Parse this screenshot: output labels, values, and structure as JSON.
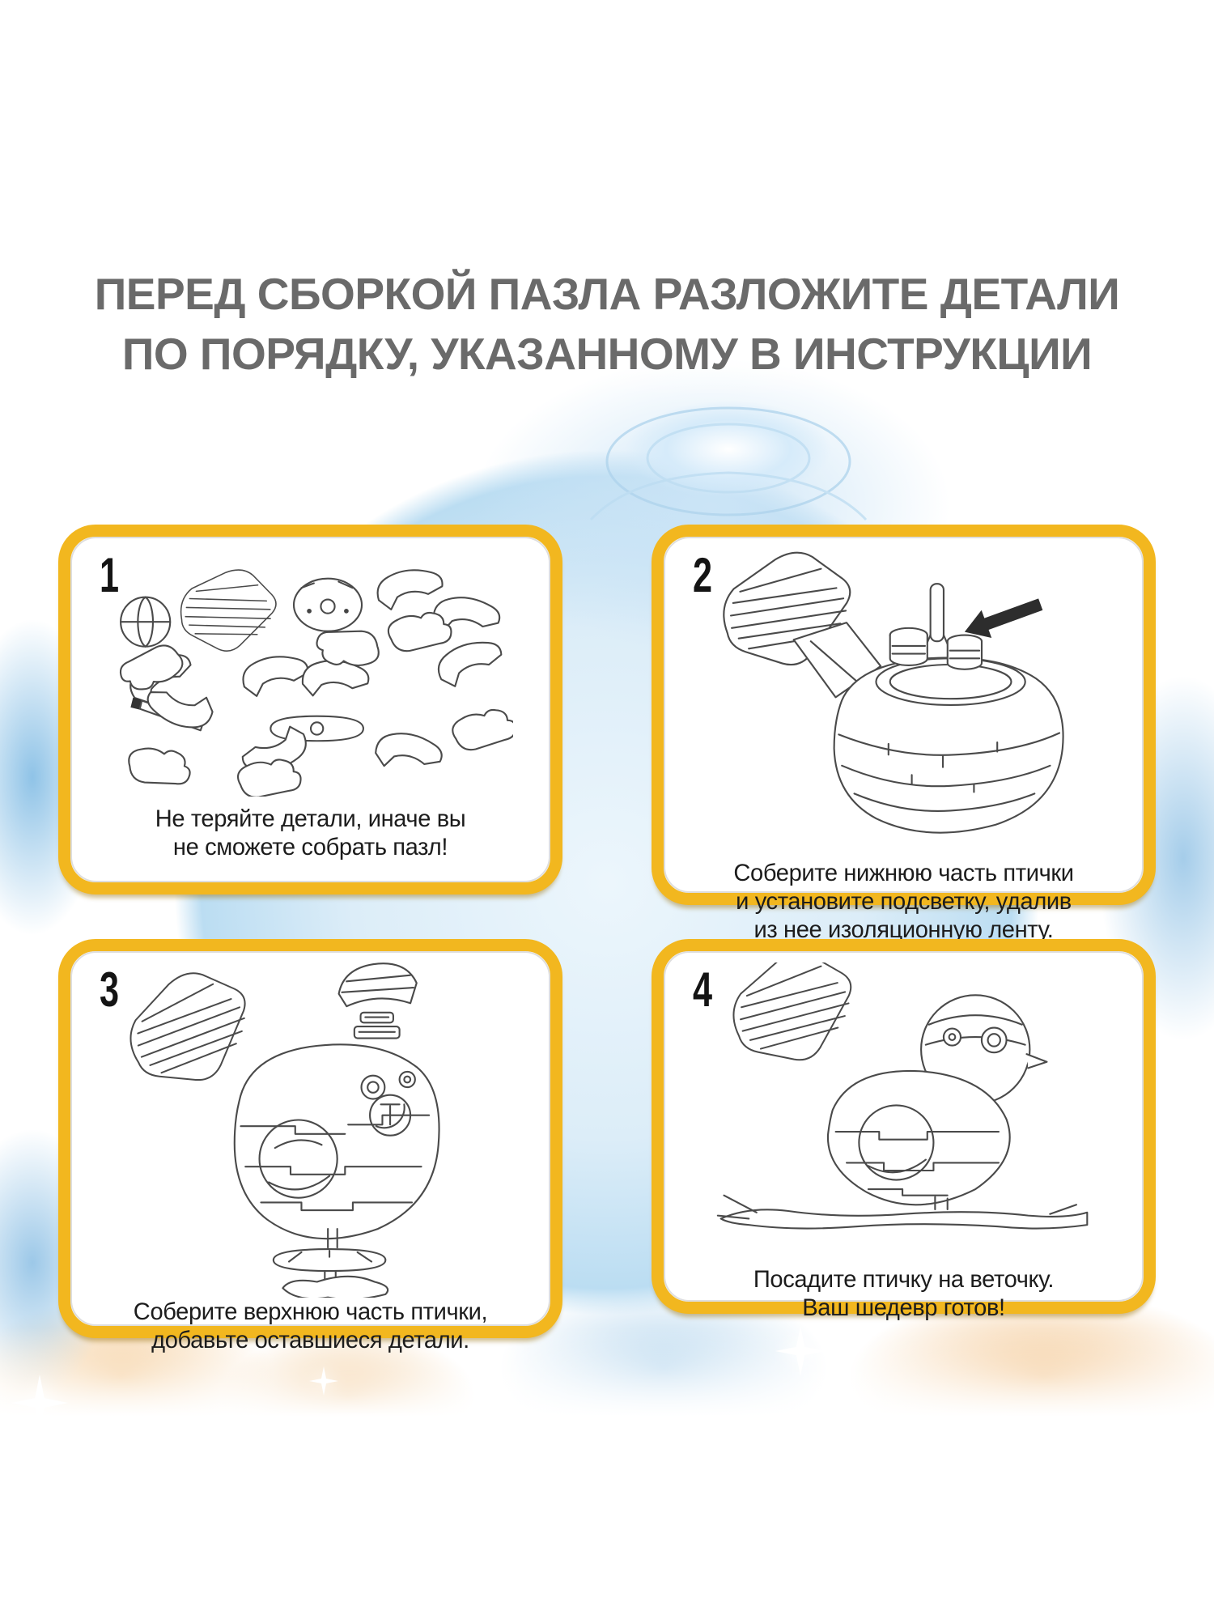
{
  "header": {
    "line1": "ПЕРЕД СБОРКОЙ ПАЗЛА РАЗЛОЖИТЕ ДЕТАЛИ",
    "line2": "ПО ПОРЯДКУ, УКАЗАННОМУ В ИНСТРУКЦИИ",
    "color": "#6a6a6a"
  },
  "steps": [
    {
      "number": "1",
      "caption": "Не теряйте детали, иначе вы\nне сможете собрать пазл!",
      "illustration": "puzzle-pieces-laid-out"
    },
    {
      "number": "2",
      "caption": "Соберите нижнюю часть птички\nи установите подсветку, удалив\nиз нее изоляционную ленту.",
      "illustration": "bird-lower-half-with-light-unit"
    },
    {
      "number": "3",
      "caption": "Соберите верхнюю часть птички,\nдобавьте оставшиеся детали.",
      "illustration": "bird-upper-assembly-exploded"
    },
    {
      "number": "4",
      "caption": "Посадите птичку на веточку.\nВаш шедевр готов!",
      "illustration": "bird-on-branch-finished"
    }
  ],
  "icons": {
    "arrow-icon": "solid arrow pointing to light bulb",
    "sparkle-icon": "white four-point star glint"
  },
  "colors": {
    "card_border": "#f2b71f",
    "card_bg": "#ffffff",
    "caption_text": "#1c1c1c",
    "step_number": "#141414",
    "line_art": "#4a4a4a",
    "crystal_blue": "#bbddf2",
    "amber": "#f3c488"
  }
}
